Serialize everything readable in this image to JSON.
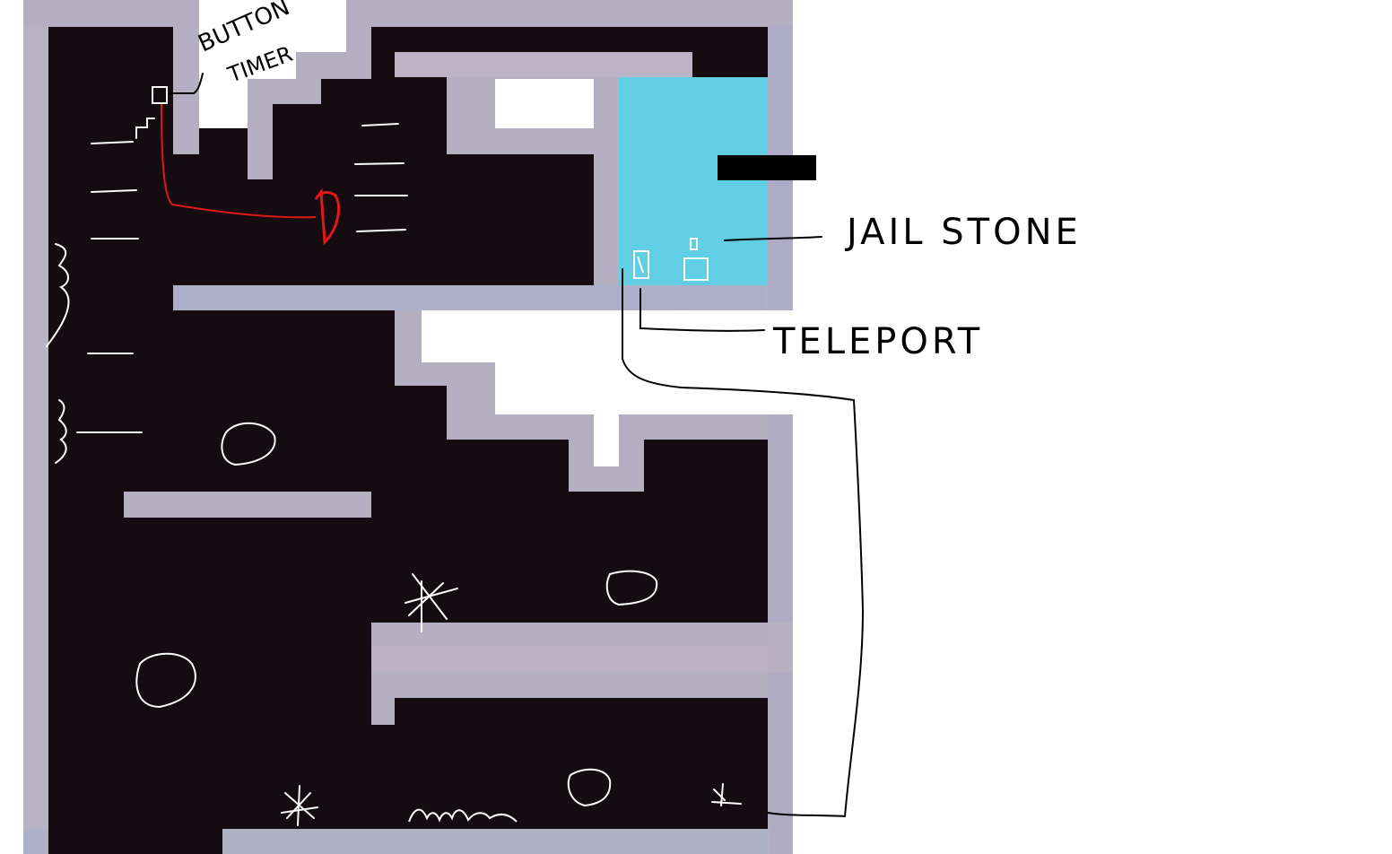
{
  "labels": {
    "button_timer": [
      "BUTTON",
      "TIMER"
    ],
    "jail_stone": "JAIL STONE",
    "teleport": "TELEPORT"
  },
  "colors": {
    "wall": "#b4b0c2",
    "floor": "#140c10",
    "water": "#62cee4",
    "background": "#ffffff",
    "wire": "#e01818",
    "chalk": "#ffffff",
    "ink": "#000000"
  },
  "icons": [
    "button-icon",
    "door-icon",
    "jail-stone-icon",
    "teleport-icon",
    "boulder-icon",
    "spider-icon",
    "snake-icon",
    "spike-trap-icon",
    "ledge-marker-icon"
  ]
}
